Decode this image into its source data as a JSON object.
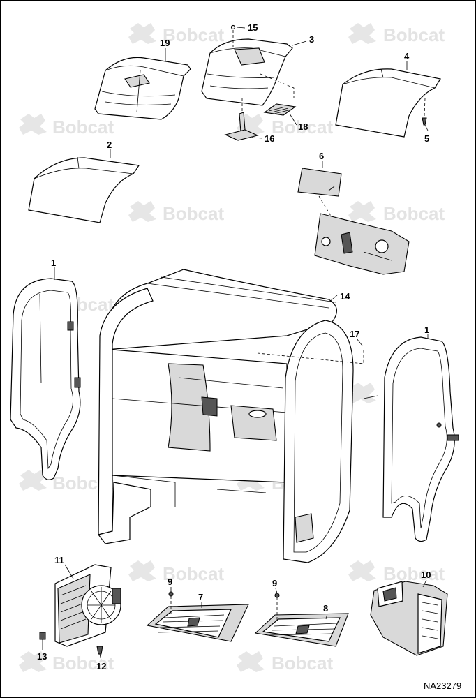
{
  "watermark": {
    "brand_text": "Bobcat",
    "logo_icon": "bobcat-animal-logo-icon"
  },
  "document_number": "NA23279",
  "callouts": {
    "c1_left": "1",
    "c1_right": "1",
    "c2": "2",
    "c3": "3",
    "c4": "4",
    "c5": "5",
    "c6": "6",
    "c7": "7",
    "c8": "8",
    "c9_left": "9",
    "c9_right": "9",
    "c10": "10",
    "c11": "11",
    "c12": "12",
    "c13": "13",
    "c14": "14",
    "c15": "15",
    "c16": "16",
    "c17": "17",
    "c18": "18",
    "c19": "19"
  },
  "colors": {
    "line": "#000000",
    "watermark": "#e3e3e3",
    "part_shade": "#d9d9d9"
  }
}
